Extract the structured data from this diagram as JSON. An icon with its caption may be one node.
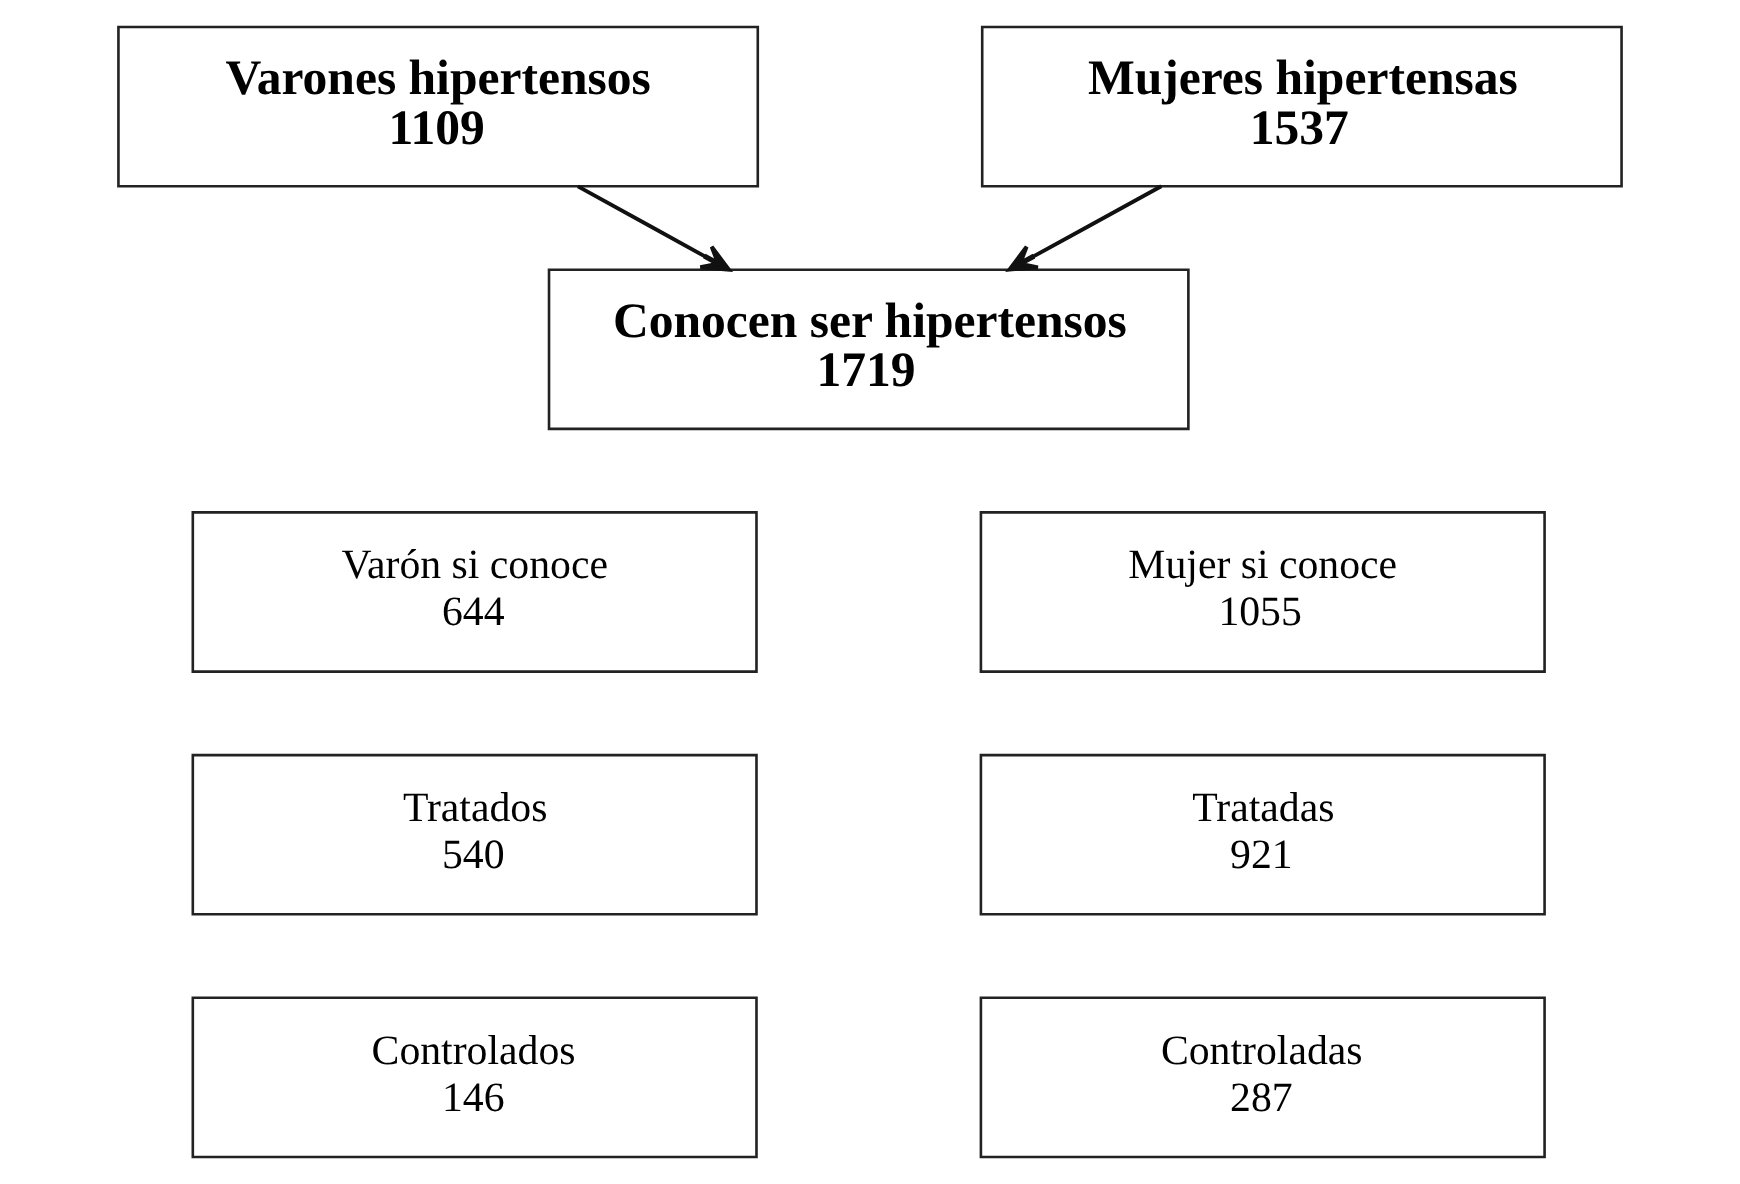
{
  "diagram": {
    "nodes": [
      {
        "text": [
          "Varones hipertensos",
          "1109"
        ]
      },
      {
        "text": [
          "Mujeres hipertensas",
          "1537"
        ]
      },
      {
        "text": [
          "Conocen ser hipertensos",
          "1719"
        ]
      },
      {
        "text": [
          "Varón si conoce",
          "644"
        ]
      },
      {
        "text": [
          "Mujer si conoce",
          "1055"
        ]
      },
      {
        "text": [
          "Tratados",
          "540"
        ]
      },
      {
        "text": [
          "Tratadas",
          "921"
        ]
      },
      {
        "text": [
          "Controlados",
          "146"
        ]
      },
      {
        "text": [
          "Controladas",
          "287"
        ]
      }
    ],
    "edges": [
      {
        "from": 0,
        "to": 2,
        "arrow": "to"
      },
      {
        "from": 1,
        "to": 2,
        "arrow": "to"
      }
    ]
  }
}
